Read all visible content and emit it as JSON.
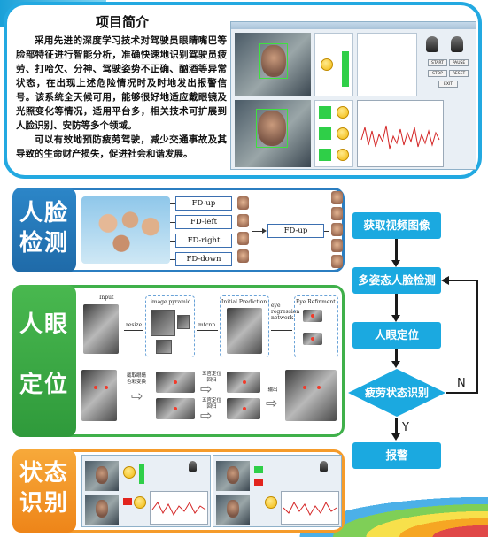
{
  "intro": {
    "title": "项目简介",
    "paragraph1": "采用先进的深度学习技术对驾驶员眼睛嘴巴等脸部特征进行智能分析，准确快速地识别驾驶员疲劳、打哈欠、分神、驾驶姿势不正确、酗酒等异常状态，在出现上述危险情况时及时地发出报警信号。该系统全天候可用，能够很好地适应戴眼镜及光照变化等情况，适用平台多，相关技术可扩展到人脸识别、安防等多个领域。",
    "paragraph2": "可以有效地预防疲劳驾驶，减少交通事故及其导致的生命财产损失，促进社会和谐发展。"
  },
  "app": {
    "buttons": [
      "START",
      "PAUSE",
      "STOP",
      "RESET",
      "EXIT"
    ]
  },
  "sections": {
    "face_detection": {
      "line1": "人脸",
      "line2": "检测"
    },
    "eye_localization": {
      "line1": "人眼",
      "line2": "定位"
    },
    "state_recognition": {
      "line1": "状态",
      "line2": "识别"
    }
  },
  "face_detection": {
    "boxes": [
      "FD-up",
      "FD-left",
      "FD-right",
      "FD-down"
    ],
    "output": "FD-up"
  },
  "eye_diagram": {
    "input": "Input",
    "resize": "resize",
    "pyramid": "image pyramid",
    "mtcnn": "mtcnn",
    "initial": "Initial Prediction",
    "regression": "eye regression network",
    "refinement": "Eye  Refinment",
    "step_crop": "截取眼睛\n色彩变换",
    "step_regress": "五官定位\n回归",
    "step_regress2": "五官定位\n回归",
    "step_output": "输出"
  },
  "flowchart": {
    "steps": [
      "获取视频图像",
      "多姿态人脸检测",
      "人眼定位"
    ],
    "decision": "疲劳状态识别",
    "alarm": "报警",
    "yes": "Y",
    "no": "N"
  },
  "colors": {
    "blue_accent": "#1ba9e0",
    "face_band": "#2b7ec1",
    "eye_band": "#3fb04a",
    "state_band": "#f59b2a"
  }
}
